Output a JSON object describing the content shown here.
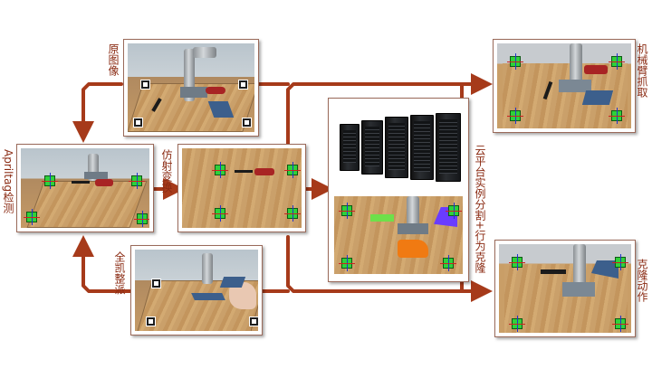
{
  "labels": {
    "original_image": "原图像",
    "apriltag_detection": "Apriltag检测",
    "affine_transform": "仿射变换",
    "full_demonstration": "全凯整派",
    "cloud_segmentation": "云平台实例分割+行为克隆",
    "robot_grasp": "机械臂抓取",
    "clone_action": "克隆动作"
  },
  "colors": {
    "arrow": "#a63a1a",
    "label": "#8a2a12",
    "tag_green": "#2fd13a",
    "obj_red": "#a82424",
    "obj_blue": "#3c5f8c",
    "seg_orange": "#f07a12",
    "seg_purple": "#6a3cff",
    "seg_green": "#6ee04a"
  },
  "icons": [
    "server-rack-icon",
    "robot-arm-icon",
    "apriltag-marker-icon"
  ]
}
